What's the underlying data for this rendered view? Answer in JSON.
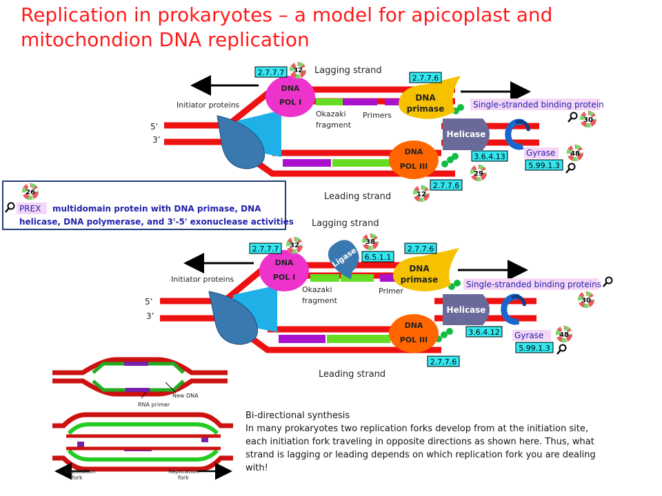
{
  "title_line1": "Replication in prokaryotes – a model for apicoplast and",
  "title_line2": "mitochondion DNA replication",
  "top": {
    "lagging": "Lagging strand",
    "leading": "Leading strand",
    "initiator": "Initiator proteins",
    "five": "5’",
    "three": "3’",
    "pol1_a": "DNA",
    "pol1_b": "POL I",
    "pol3_a": "DNA",
    "pol3_b": "POL III",
    "primase_a": "DNA",
    "primase_b": "primase",
    "helicase": "Helicase",
    "ssb": "Single-stranded binding protein",
    "gyrase": "Gyrase",
    "okazaki_a": "Okazaki",
    "okazaki_b": "fragment",
    "primers": "Primers",
    "ec_pol1": "2.7.7.7",
    "ec_primase": "2.7.7.6",
    "ec_helicase": "3.6.4.13",
    "ec_gyrase": "5.99.1.3",
    "ec_pol3": "2.7.7.6",
    "n_pol1": "32",
    "n_ssb": "30",
    "n_gyrase": "48",
    "n_helicase": "29",
    "n_pol3": "12"
  },
  "prex": {
    "n": "26",
    "tag": "PREX",
    "line1": "multidomain protein with DNA primase, DNA",
    "line2": "helicase, DNA polymerase, and 3'-5' exonuclease activities"
  },
  "bottom": {
    "lagging": "Lagging strand",
    "leading": "Leading strand",
    "initiator": "Initiator proteins",
    "five": "5’",
    "three": "3’",
    "pol1_a": "DNA",
    "pol1_b": "POL I",
    "pol3_a": "DNA",
    "pol3_b": "POL III",
    "primase_a": "DNA",
    "primase_b": "primase",
    "helicase": "Helicase",
    "ssb": "Single-stranded binding proteins",
    "gyrase": "Gyrase",
    "ligase": "Ligase",
    "okazaki_a": "Okazaki",
    "okazaki_b": "fragment",
    "primer": "Primer",
    "ec_pol1": "2.7.7.7",
    "ec_ligase": "6.5.1.1",
    "ec_primase": "2.7.7.6",
    "ec_helicase": "3.6.4.12",
    "ec_gyrase": "5.99.1.3",
    "ec_pol3": "2.7.7.6",
    "n_pol1": "32",
    "n_ligase": "38",
    "n_ssb": "30",
    "n_gyrase": "48"
  },
  "mini": {
    "rna_primer": "RNA primer",
    "new_dna": "New DNA",
    "fork_left_a": "Replication",
    "fork_left_b": "fork",
    "fork_right_a": "Replication",
    "fork_right_b": "fork"
  },
  "bidirectional": {
    "heading": "Bi-directional synthesis",
    "body": "In many prokaryotes two replication forks develop from at the initiation site, each initiation fork traveling in opposite directions as shown here. Thus, what strand is lagging or leading depends on which replication fork you are dealing with!"
  },
  "colors": {
    "dna": "#ee1111",
    "pol1": "#ee33cc",
    "pol3": "#ff6600",
    "primase": "#f6c200",
    "helicase": "#6a6a9a",
    "initiator": "#3a78b0",
    "okazaki": "#66dd22",
    "primer": "#aa11cc",
    "ssb_label_bg": "#f6d6f6",
    "ec_bg": "#33e6f0",
    "title": "#ff1a1a"
  }
}
